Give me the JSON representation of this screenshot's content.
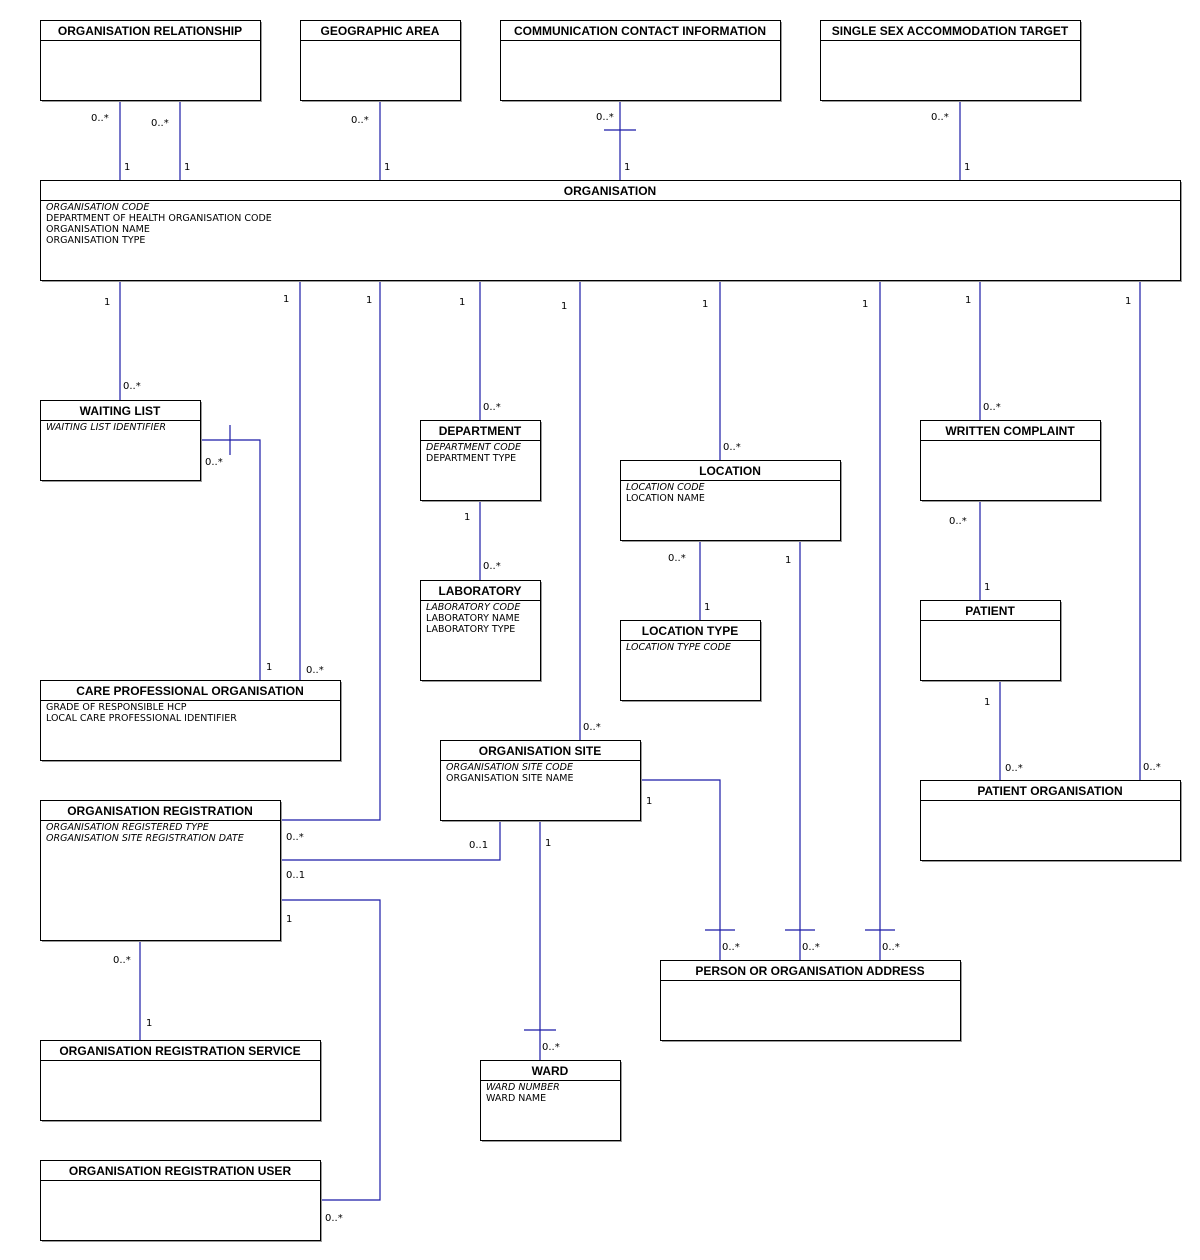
{
  "colors": {
    "relationship_line": "#1a1aa6",
    "box_border": "#000000",
    "shadow": "#9a9a9a"
  },
  "entities": [
    {
      "id": "org_relationship",
      "title": "ORGANISATION RELATIONSHIP",
      "attributes": []
    },
    {
      "id": "geographic_area",
      "title": "GEOGRAPHIC AREA",
      "attributes": []
    },
    {
      "id": "comm_contact",
      "title": "COMMUNICATION CONTACT INFORMATION",
      "attributes": []
    },
    {
      "id": "single_sex",
      "title": "SINGLE SEX ACCOMMODATION TARGET",
      "attributes": []
    },
    {
      "id": "organisation",
      "title": "ORGANISATION",
      "attributes": [
        {
          "text": "ORGANISATION CODE",
          "key": true
        },
        {
          "text": "DEPARTMENT OF HEALTH ORGANISATION CODE",
          "key": false
        },
        {
          "text": "ORGANISATION NAME",
          "key": false
        },
        {
          "text": "ORGANISATION TYPE",
          "key": false
        }
      ]
    },
    {
      "id": "waiting_list",
      "title": "WAITING LIST",
      "attributes": [
        {
          "text": "WAITING LIST IDENTIFIER",
          "key": true
        }
      ]
    },
    {
      "id": "department",
      "title": "DEPARTMENT",
      "attributes": [
        {
          "text": "DEPARTMENT CODE",
          "key": true
        },
        {
          "text": "DEPARTMENT TYPE",
          "key": false
        }
      ]
    },
    {
      "id": "location",
      "title": "LOCATION",
      "attributes": [
        {
          "text": "LOCATION CODE",
          "key": true
        },
        {
          "text": "LOCATION NAME",
          "key": false
        }
      ]
    },
    {
      "id": "written_complaint",
      "title": "WRITTEN COMPLAINT",
      "attributes": []
    },
    {
      "id": "laboratory",
      "title": "LABORATORY",
      "attributes": [
        {
          "text": "LABORATORY CODE",
          "key": true
        },
        {
          "text": "LABORATORY NAME",
          "key": false
        },
        {
          "text": "LABORATORY TYPE",
          "key": false
        }
      ]
    },
    {
      "id": "location_type",
      "title": "LOCATION TYPE",
      "attributes": [
        {
          "text": "LOCATION TYPE CODE",
          "key": true
        }
      ]
    },
    {
      "id": "patient",
      "title": "PATIENT",
      "attributes": []
    },
    {
      "id": "care_prof_org",
      "title": "CARE PROFESSIONAL ORGANISATION",
      "attributes": [
        {
          "text": "GRADE OF RESPONSIBLE HCP",
          "key": false
        },
        {
          "text": "LOCAL CARE PROFESSIONAL IDENTIFIER",
          "key": false
        }
      ]
    },
    {
      "id": "org_site",
      "title": "ORGANISATION SITE",
      "attributes": [
        {
          "text": "ORGANISATION SITE CODE",
          "key": true
        },
        {
          "text": "ORGANISATION SITE NAME",
          "key": false
        }
      ]
    },
    {
      "id": "patient_org",
      "title": "PATIENT ORGANISATION",
      "attributes": []
    },
    {
      "id": "org_registration",
      "title": "ORGANISATION REGISTRATION",
      "attributes": [
        {
          "text": "ORGANISATION REGISTERED TYPE",
          "key": true
        },
        {
          "text": "ORGANISATION SITE REGISTRATION DATE",
          "key": true
        }
      ]
    },
    {
      "id": "person_org_address",
      "title": "PERSON OR ORGANISATION ADDRESS",
      "attributes": []
    },
    {
      "id": "org_reg_service",
      "title": "ORGANISATION REGISTRATION SERVICE",
      "attributes": []
    },
    {
      "id": "ward",
      "title": "WARD",
      "attributes": [
        {
          "text": "WARD NUMBER",
          "key": true
        },
        {
          "text": "WARD NAME",
          "key": false
        }
      ]
    },
    {
      "id": "org_reg_user",
      "title": "ORGANISATION REGISTRATION USER",
      "attributes": []
    }
  ],
  "relationships": [
    {
      "id": "r_orgrel_a",
      "from": "organisation_relationship",
      "to": "organisation",
      "labels": [
        "0..*",
        "1"
      ]
    },
    {
      "id": "r_orgrel_b",
      "from": "organisation_relationship",
      "to": "organisation",
      "labels": [
        "0..*",
        "1"
      ]
    },
    {
      "id": "r_geo",
      "from": "geographic_area",
      "to": "organisation",
      "labels": [
        "0..*",
        "1"
      ]
    },
    {
      "id": "r_comm",
      "from": "communication_contact_information",
      "to": "organisation",
      "labels": [
        "0..*",
        "1"
      ]
    },
    {
      "id": "r_single",
      "from": "single_sex_accommodation_target",
      "to": "organisation",
      "labels": [
        "0..*",
        "1"
      ]
    },
    {
      "id": "r_waiting",
      "from": "organisation",
      "to": "waiting_list",
      "labels": [
        "1",
        "0..*"
      ]
    },
    {
      "id": "r_cpo_org",
      "from": "organisation",
      "to": "care_professional_organisation",
      "labels": [
        "1",
        "0..*"
      ]
    },
    {
      "id": "r_cpo_wait",
      "from": "waiting_list",
      "to": "care_professional_organisation",
      "labels": [
        "0..*",
        "1"
      ]
    },
    {
      "id": "r_reg_org",
      "from": "organisation",
      "to": "organisation_registration",
      "labels": [
        "1",
        "0..*"
      ]
    },
    {
      "id": "r_dept",
      "from": "organisation",
      "to": "department",
      "labels": [
        "1",
        "0..*"
      ]
    },
    {
      "id": "r_lab",
      "from": "department",
      "to": "laboratory",
      "labels": [
        "1",
        "0..*"
      ]
    },
    {
      "id": "r_site",
      "from": "organisation",
      "to": "organisation_site",
      "labels": [
        "1",
        "0..*"
      ]
    },
    {
      "id": "r_loc",
      "from": "organisation",
      "to": "location",
      "labels": [
        "1",
        "0..*"
      ]
    },
    {
      "id": "r_loctype",
      "from": "location",
      "to": "location_type",
      "labels": [
        "0..*",
        "1"
      ]
    },
    {
      "id": "r_addr_org",
      "from": "organisation",
      "to": "person_or_organisation_address",
      "labels": [
        "1",
        "0..*"
      ]
    },
    {
      "id": "r_complaint",
      "from": "organisation",
      "to": "written_complaint",
      "labels": [
        "1",
        "0..*"
      ]
    },
    {
      "id": "r_patient_wc",
      "from": "written_complaint",
      "to": "patient",
      "labels": [
        "0..*",
        "1"
      ]
    },
    {
      "id": "r_patorg_org",
      "from": "organisation",
      "to": "patient_organisation",
      "labels": [
        "1",
        "0..*"
      ]
    },
    {
      "id": "r_patorg_pat",
      "from": "patient",
      "to": "patient_organisation",
      "labels": [
        "1",
        "0..*"
      ]
    },
    {
      "id": "r_addr_loc",
      "from": "location",
      "to": "person_or_organisation_address",
      "labels": [
        "1",
        "0..*"
      ]
    },
    {
      "id": "r_addr_site",
      "from": "organisation_site",
      "to": "person_or_organisation_address",
      "labels": [
        "1",
        "0..*"
      ]
    },
    {
      "id": "r_reg_site",
      "from": "organisation_site",
      "to": "organisation_registration",
      "labels": [
        "0..1",
        "0..1"
      ]
    },
    {
      "id": "r_ward",
      "from": "organisation_site",
      "to": "ward",
      "labels": [
        "1",
        "0..*"
      ]
    },
    {
      "id": "r_regservice",
      "from": "organisation_registration",
      "to": "organisation_registration_service",
      "labels": [
        "0..*",
        "1"
      ]
    },
    {
      "id": "r_reguser",
      "from": "organisation_registration",
      "to": "organisation_registration_user",
      "labels": [
        "1",
        "0..*"
      ]
    }
  ]
}
